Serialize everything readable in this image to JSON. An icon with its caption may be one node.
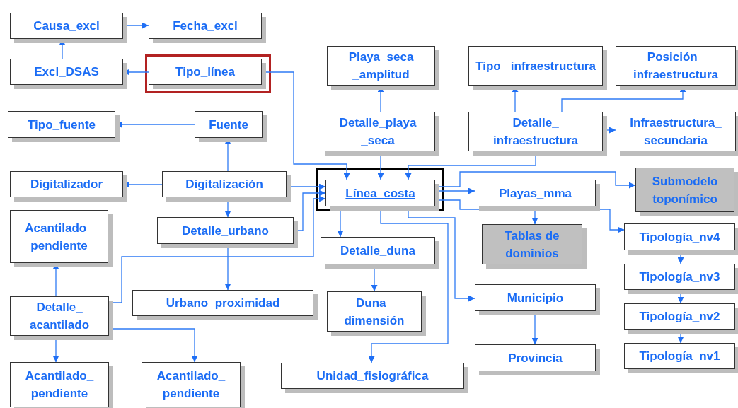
{
  "diagram": {
    "nodes": [
      {
        "text": [
          "Causa_excl"
        ]
      },
      {
        "text": [
          "Fecha_excl"
        ]
      },
      {
        "text": [
          "Excl_DSAS"
        ]
      },
      {
        "text": [
          "Tipo_línea"
        ]
      },
      {
        "text": [
          "Playa_seca _amplitud"
        ]
      },
      {
        "text": [
          "Tipo_ infraestructura"
        ]
      },
      {
        "text": [
          "Posición_ infraestructura"
        ]
      },
      {
        "text": [
          "Tipo_fuente"
        ]
      },
      {
        "text": [
          "Fuente"
        ]
      },
      {
        "text": [
          "Detalle_playa _seca"
        ]
      },
      {
        "text": [
          "Detalle_ infraestructura"
        ]
      },
      {
        "text": [
          "Infraestructura_ secundaria"
        ]
      },
      {
        "text": [
          "Digitalizador"
        ]
      },
      {
        "text": [
          "Digitalización"
        ]
      },
      {
        "text": [
          "Línea_costa"
        ]
      },
      {
        "text": [
          "Playas_mma"
        ]
      },
      {
        "text": [
          "Submodelo toponímico"
        ]
      },
      {
        "text": [
          "Acantilado_ pendiente"
        ]
      },
      {
        "text": [
          "Detalle_urbano"
        ]
      },
      {
        "text": [
          "Tablas de dominios"
        ]
      },
      {
        "text": [
          "Tipología_nv4"
        ]
      },
      {
        "text": [
          "Detalle_duna"
        ]
      },
      {
        "text": [
          "Tipología_nv3"
        ]
      },
      {
        "text": [
          "Detalle_ acantilado"
        ]
      },
      {
        "text": [
          "Urbano_proximidad"
        ]
      },
      {
        "text": [
          "Municipio"
        ]
      },
      {
        "text": [
          "Duna_ dimensión"
        ]
      },
      {
        "text": [
          "Tipología_nv2"
        ]
      },
      {
        "text": [
          "Tipología_nv1"
        ]
      },
      {
        "text": [
          "Provincia"
        ]
      },
      {
        "text": [
          "Acantilado_ pendiente"
        ]
      },
      {
        "text": [
          "Acantilado_ pendiente"
        ]
      },
      {
        "text": [
          "Unidad_fisiográfica"
        ]
      }
    ],
    "edges": [
      {
        "from": 2,
        "to": 0,
        "arrow": "to"
      },
      {
        "from": 0,
        "to": 1,
        "arrow": "to"
      },
      {
        "from": 3,
        "to": 2,
        "arrow": "to"
      },
      {
        "from": 3,
        "to": 14,
        "arrow": "to"
      },
      {
        "from": 8,
        "to": 7,
        "arrow": "to"
      },
      {
        "from": 13,
        "to": 8,
        "arrow": "to"
      },
      {
        "from": 13,
        "to": 12,
        "arrow": "to"
      },
      {
        "from": 13,
        "to": 18,
        "arrow": "to"
      },
      {
        "from": 13,
        "to": 14,
        "arrow": "to"
      },
      {
        "from": 18,
        "to": 14,
        "arrow": "to"
      },
      {
        "from": 18,
        "to": 24,
        "arrow": "to"
      },
      {
        "from": 23,
        "to": 17,
        "arrow": "to"
      },
      {
        "from": 23,
        "to": 14,
        "arrow": "to"
      },
      {
        "from": 23,
        "to": 30,
        "arrow": "to"
      },
      {
        "from": 23,
        "to": 31,
        "arrow": "to"
      },
      {
        "from": 9,
        "to": 4,
        "arrow": "to"
      },
      {
        "from": 9,
        "to": 14,
        "arrow": "to"
      },
      {
        "from": 10,
        "to": 5,
        "arrow": "to"
      },
      {
        "from": 10,
        "to": 6,
        "arrow": "to"
      },
      {
        "from": 10,
        "to": 11,
        "arrow": "to"
      },
      {
        "from": 10,
        "to": 14,
        "arrow": "to"
      },
      {
        "from": 14,
        "to": 16,
        "arrow": "to"
      },
      {
        "from": 14,
        "to": 15,
        "arrow": "to"
      },
      {
        "from": 14,
        "to": 20,
        "arrow": "to"
      },
      {
        "from": 15,
        "to": 19,
        "arrow": "to"
      },
      {
        "from": 14,
        "to": 21,
        "arrow": "to"
      },
      {
        "from": 14,
        "to": 32,
        "arrow": "to"
      },
      {
        "from": 14,
        "to": 25,
        "arrow": "to"
      },
      {
        "from": 25,
        "to": 29,
        "arrow": "to"
      },
      {
        "from": 20,
        "to": 22,
        "arrow": "to"
      },
      {
        "from": 22,
        "to": 27,
        "arrow": "to"
      },
      {
        "from": 27,
        "to": 28,
        "arrow": "to"
      },
      {
        "from": 21,
        "to": 26,
        "arrow": "to"
      }
    ]
  }
}
